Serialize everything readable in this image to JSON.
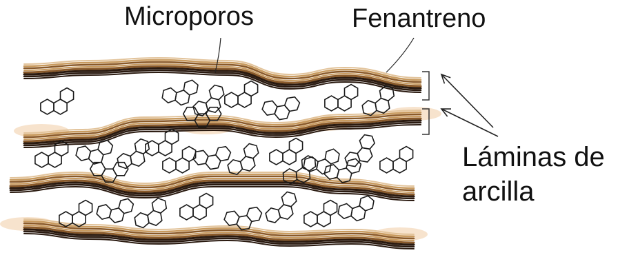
{
  "labels": {
    "microporos": "Microporos",
    "fenantreno": "Fenantreno",
    "laminas_line1": "Láminas de",
    "laminas_line2": "arcilla"
  },
  "colors": {
    "sheet_dark": "#2a1a10",
    "sheet_brown": "#8a5a2a",
    "sheet_tan": "#c89a5e",
    "sheet_light": "#e2c39a",
    "stain": "#e8b070",
    "hexagon_stroke": "#1a1a1a"
  },
  "icons": [
    "clay-sheet",
    "phenanthrene-molecule",
    "arrow",
    "bracket"
  ]
}
